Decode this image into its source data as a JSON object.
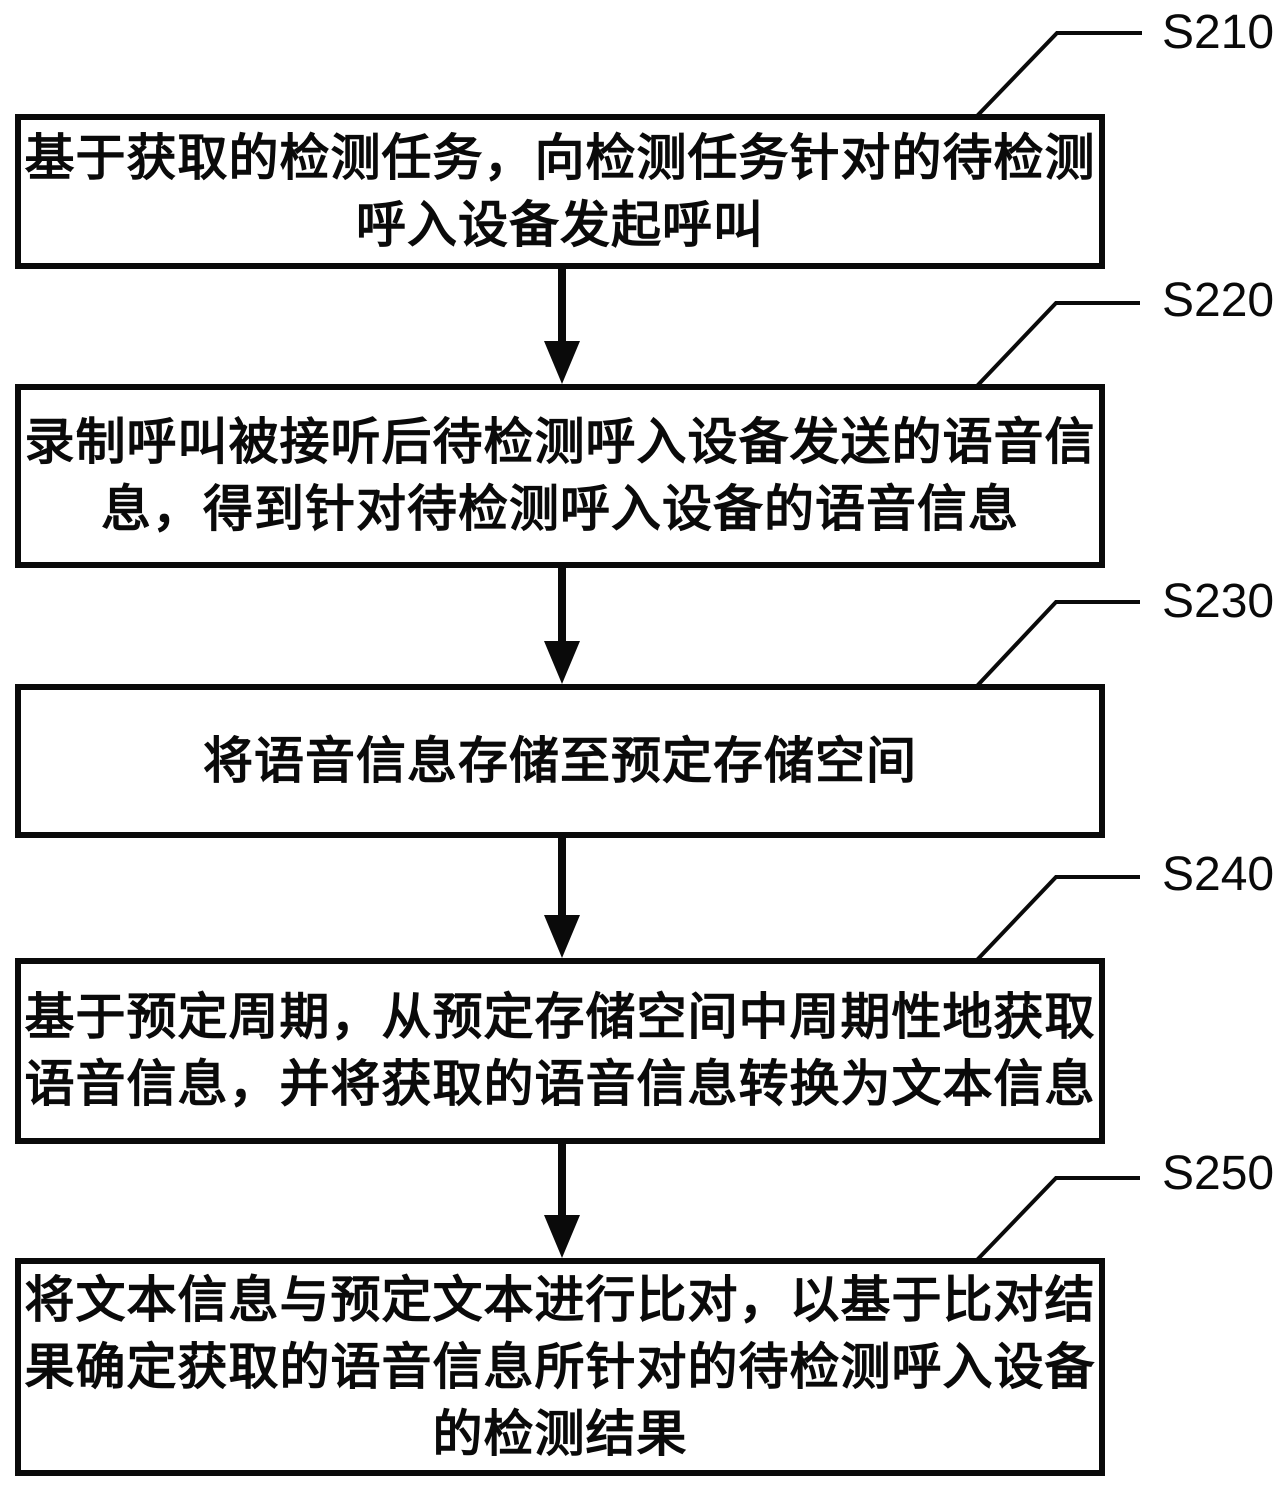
{
  "figure": {
    "background_color": "#ffffff",
    "ink_color": "#0a0a0a",
    "steps": [
      {
        "id": "S210",
        "text": "基于获取的检测任务，向检测任务针对的待检测呼入设备发起呼叫",
        "lines": [
          "基于获取的检测任务，向检测任务针对的待检测",
          "呼入设备发起呼叫"
        ]
      },
      {
        "id": "S220",
        "text": "录制呼叫被接听后待检测呼入设备发送的语音信息，得到针对待检测呼入设备的语音信息",
        "lines": [
          "录制呼叫被接听后待检测呼入设备发送的语音信",
          "息，得到针对待检测呼入设备的语音信息"
        ]
      },
      {
        "id": "S230",
        "text": "将语音信息存储至预定存储空间",
        "lines": [
          "将语音信息存储至预定存储空间"
        ]
      },
      {
        "id": "S240",
        "text": "基于预定周期，从预定存储空间中周期性地获取语音信息，并将获取的语音信息转换为文本信息",
        "lines": [
          "基于预定周期，从预定存储空间中周期性地获取",
          "语音信息，并将获取的语音信息转换为文本信息"
        ]
      },
      {
        "id": "S250",
        "text": "将文本信息与预定文本进行比对，以基于比对结果确定获取的语音信息所针对的待检测呼入设备的检测结果",
        "lines": [
          "将文本信息与预定文本进行比对，以基于比对结",
          "果确定获取的语音信息所针对的待检测呼入设备",
          "的检测结果"
        ]
      }
    ]
  }
}
